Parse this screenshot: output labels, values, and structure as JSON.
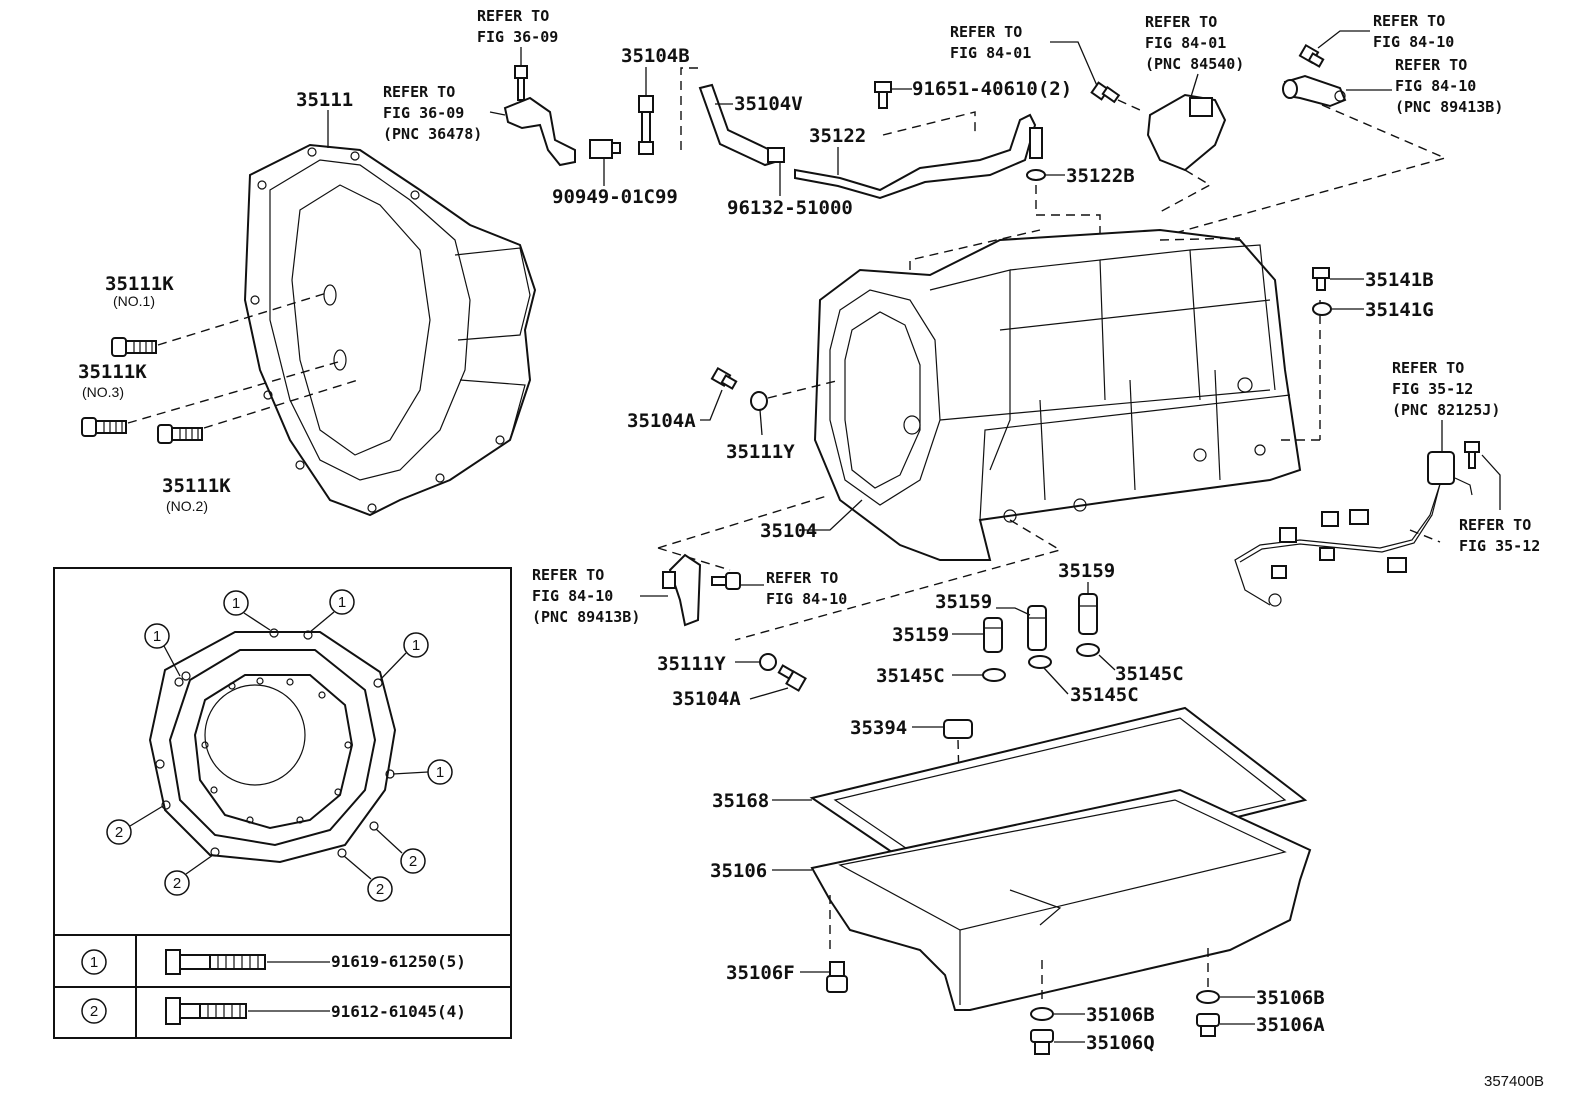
{
  "labels": {
    "p35111": "35111",
    "p35111K_1": "35111K",
    "p35111K_1n": "(NO.1)",
    "p35111K_3": "35111K",
    "p35111K_3n": "(NO.3)",
    "p35111K_2": "35111K",
    "p35111K_2n": "(NO.2)",
    "p35104B": "35104B",
    "p35104V": "35104V",
    "p90949": "90949-01C99",
    "p96132": "96132-51000",
    "p35122": "35122",
    "p91651": "91651-40610(2)",
    "p35122B": "35122B",
    "p35141B": "35141B",
    "p35141G": "35141G",
    "p35104A_1": "35104A",
    "p35111Y_1": "35111Y",
    "p35104": "35104",
    "p35159_a": "35159",
    "p35159_b": "35159",
    "p35159_c": "35159",
    "p35145C_a": "35145C",
    "p35145C_b": "35145C",
    "p35145C_c": "35145C",
    "p35111Y_2": "35111Y",
    "p35104A_2": "35104A",
    "p35394": "35394",
    "p35168": "35168",
    "p35106": "35106",
    "p35106F": "35106F",
    "p35106B_a": "35106B",
    "p35106B_b": "35106B",
    "p35106A": "35106A",
    "p35106Q": "35106Q",
    "figure_id": "357400B"
  },
  "refs": {
    "r1_a": "REFER TO",
    "r1_b": "FIG 36-09",
    "r2_a": "REFER TO",
    "r2_b": "FIG 36-09",
    "r2_c": "(PNC 36478)",
    "r3_a": "REFER TO",
    "r3_b": "FIG 84-01",
    "r4_a": "REFER TO",
    "r4_b": "FIG 84-01",
    "r4_c": "(PNC 84540)",
    "r5_a": "REFER TO",
    "r5_b": "FIG 84-10",
    "r6_a": "REFER TO",
    "r6_b": "FIG 84-10",
    "r6_c": "(PNC 89413B)",
    "r7_a": "REFER TO",
    "r7_b": "FIG 35-12",
    "r7_c": "(PNC 82125J)",
    "r8_a": "REFER TO",
    "r8_b": "FIG 35-12",
    "r9_a": "REFER TO",
    "r9_b": "FIG 84-10",
    "r9_c": "(PNC 89413B)",
    "r10_a": "REFER TO",
    "r10_b": "FIG 84-10"
  },
  "legend": {
    "marker1": "1",
    "marker2": "2",
    "row1_part": "91619-61250(5)",
    "row2_part": "91612-61045(4)"
  }
}
